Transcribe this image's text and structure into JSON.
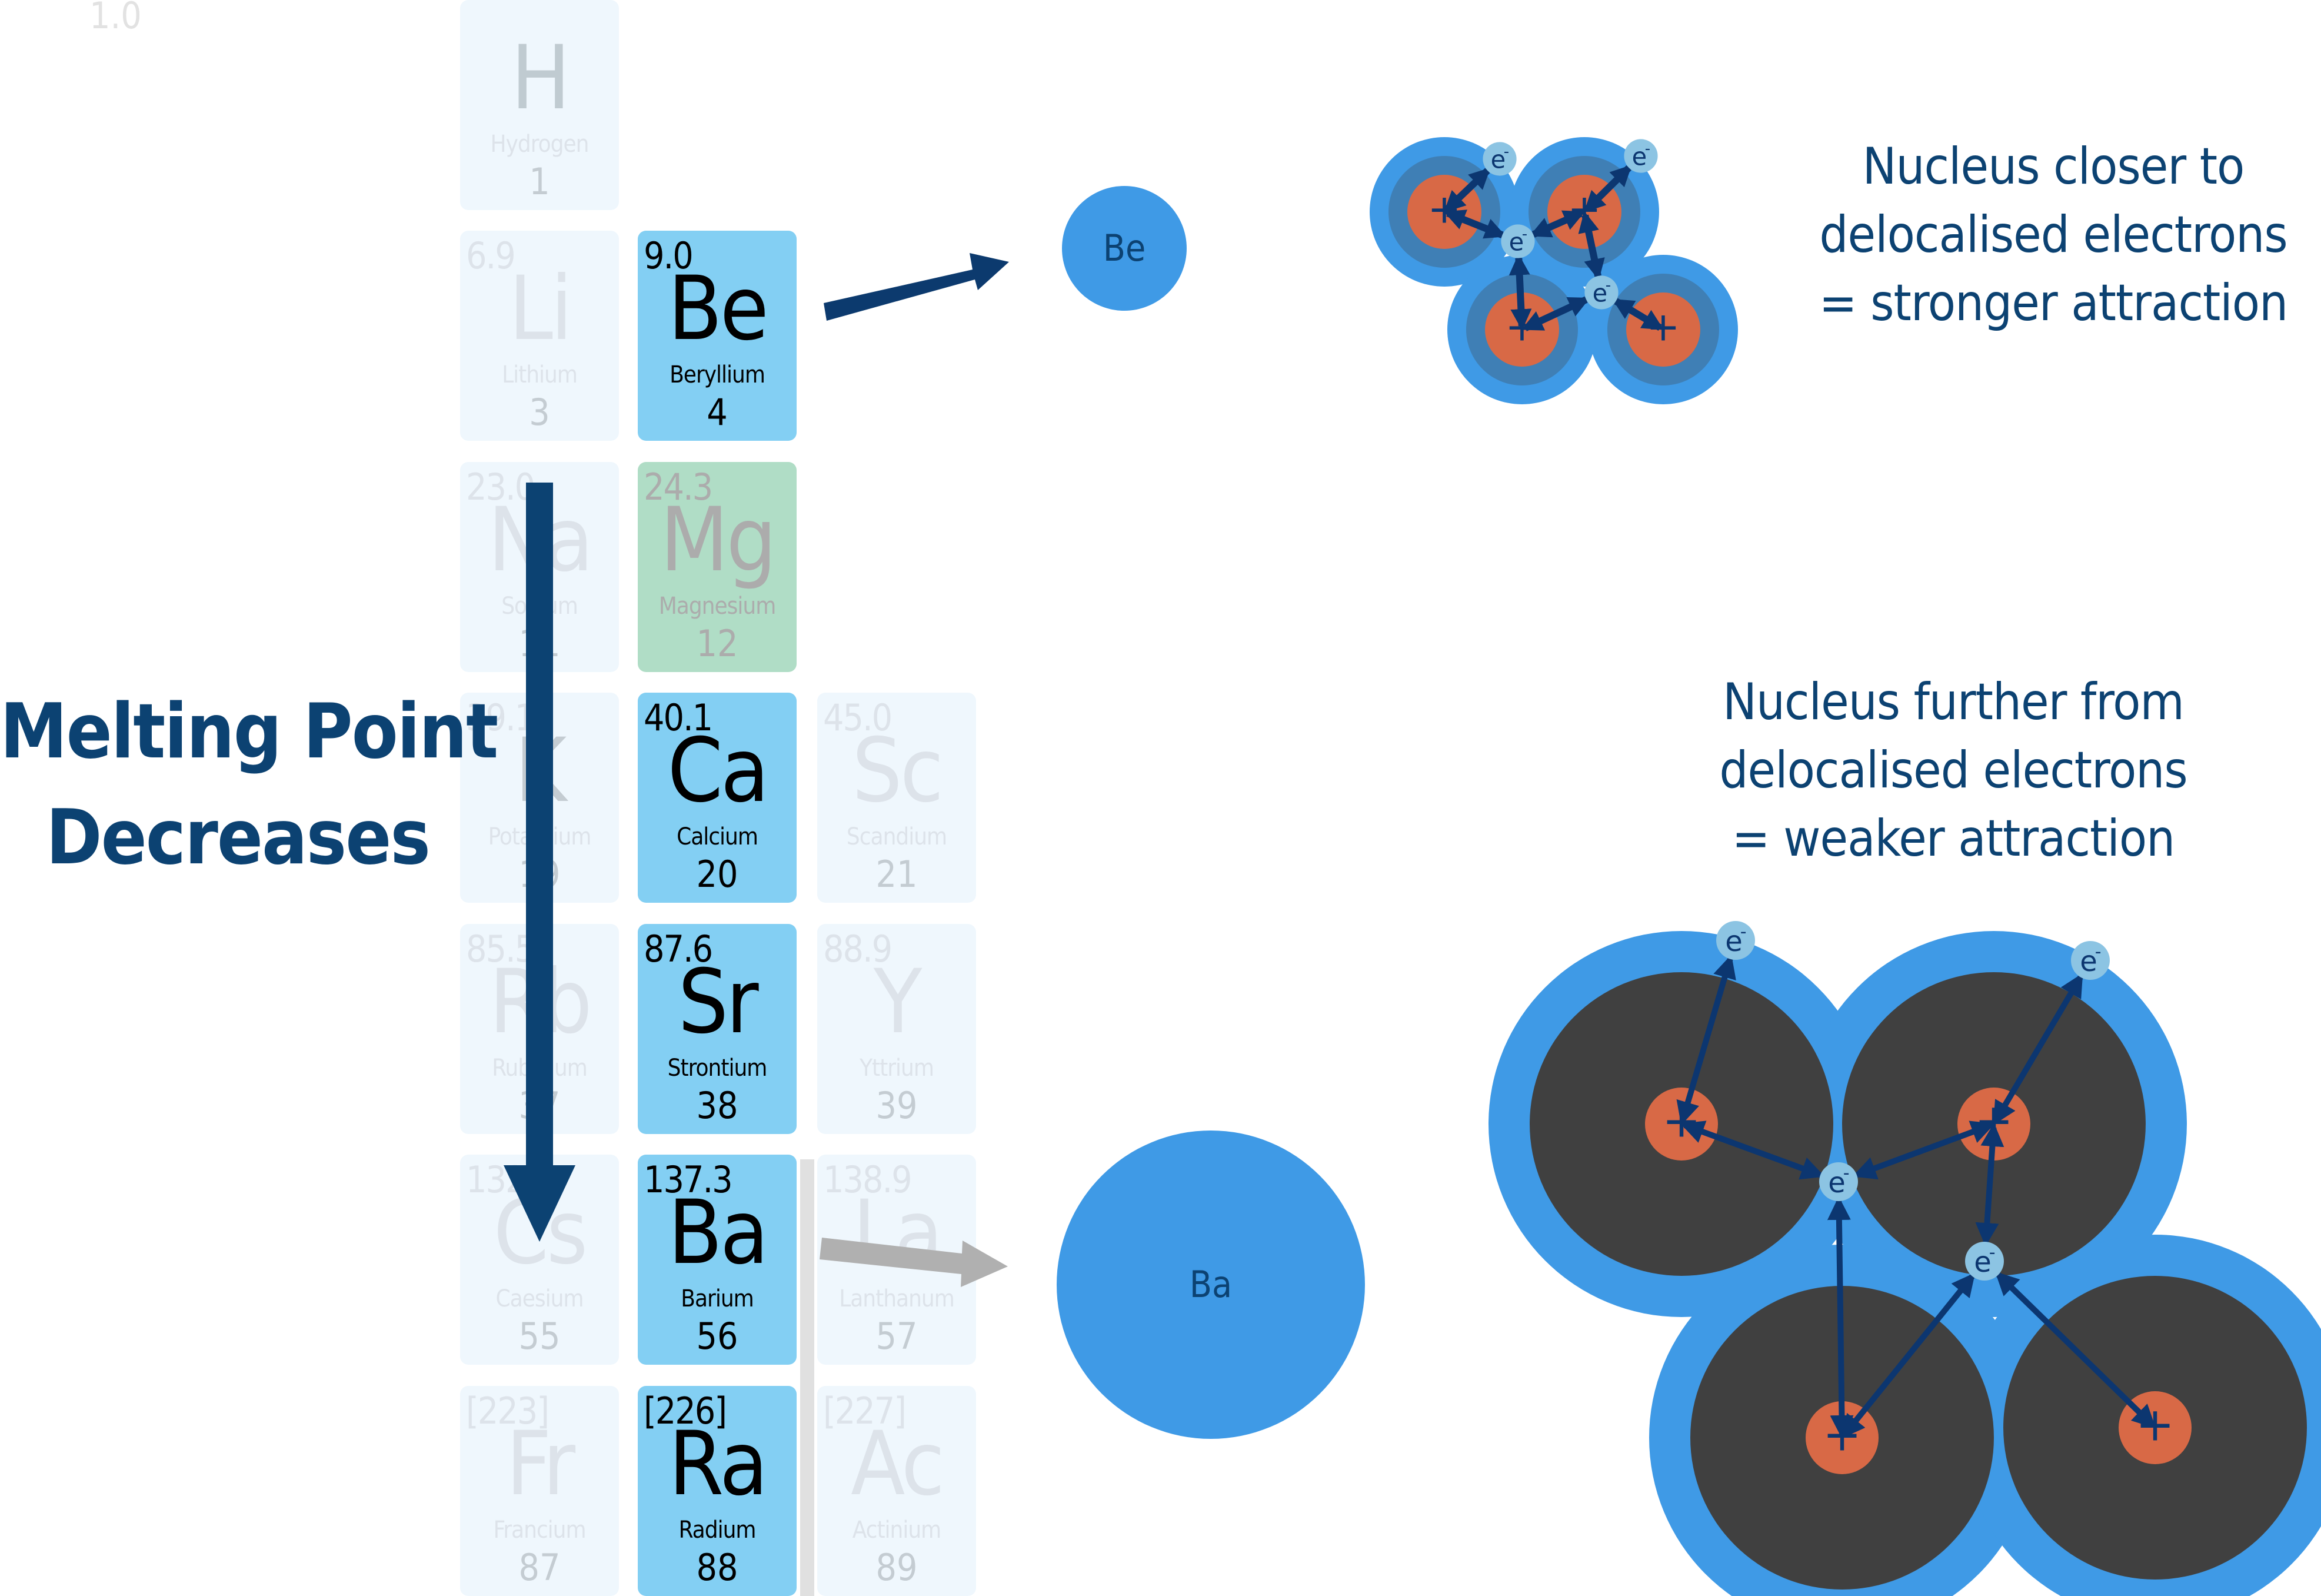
{
  "top_left_mass": "1.0",
  "elements": {
    "H": {
      "mass": "",
      "symbol": "H",
      "name": "Hydrogen",
      "number": "1"
    },
    "Li": {
      "mass": "6.9",
      "symbol": "Li",
      "name": "Lithium",
      "number": "3"
    },
    "Be": {
      "mass": "9.0",
      "symbol": "Be",
      "name": "Beryllium",
      "number": "4"
    },
    "Na": {
      "mass": "23.0",
      "symbol": "Na",
      "name": "Sodium",
      "number": "11"
    },
    "Mg": {
      "mass": "24.3",
      "symbol": "Mg",
      "name": "Magnesium",
      "number": "12"
    },
    "K": {
      "mass": "39.1",
      "symbol": "K",
      "name": "Potassium",
      "number": "19"
    },
    "Ca": {
      "mass": "40.1",
      "symbol": "Ca",
      "name": "Calcium",
      "number": "20"
    },
    "Sc": {
      "mass": "45.0",
      "symbol": "Sc",
      "name": "Scandium",
      "number": "21"
    },
    "Rb": {
      "mass": "85.5",
      "symbol": "Rb",
      "name": "Rubidium",
      "number": "37"
    },
    "Sr": {
      "mass": "87.6",
      "symbol": "Sr",
      "name": "Strontium",
      "number": "38"
    },
    "Y": {
      "mass": "88.9",
      "symbol": "Y",
      "name": "Yttrium",
      "number": "39"
    },
    "Cs": {
      "mass": "132.9",
      "symbol": "Cs",
      "name": "Caesium",
      "number": "55"
    },
    "Ba": {
      "mass": "137.3",
      "symbol": "Ba",
      "name": "Barium",
      "number": "56"
    },
    "La": {
      "mass": "138.9",
      "symbol": "La",
      "name": "Lanthanum",
      "number": "57"
    },
    "Fr": {
      "mass": "[223]",
      "symbol": "Fr",
      "name": "Francium",
      "number": "87"
    },
    "Ra": {
      "mass": "[226]",
      "symbol": "Ra",
      "name": "Radium",
      "number": "88"
    },
    "Ac": {
      "mass": "[227]",
      "symbol": "Ac",
      "name": "Actinium",
      "number": "89"
    }
  },
  "trend_label": {
    "line1": "Melting Point",
    "line2": "Decreases"
  },
  "atoms": {
    "small": "Be",
    "large": "Ba"
  },
  "electron_label": "e",
  "electron_charge": "-",
  "nucleus_symbol": "+",
  "captions": {
    "top": [
      "Nucleus closer to",
      "delocalised electrons",
      "= stronger attraction"
    ],
    "bottom": [
      "Nucleus further from",
      "delocalised electrons",
      "= weaker attraction"
    ]
  },
  "colors": {
    "highlight_cell": "#83cff3",
    "mg_cell": "#b0ddc6",
    "faded_cell": "#eff7fd",
    "arrow_dark": "#0c4272",
    "arrow_grey": "#b0b0b0",
    "atom_blue": "#3f9ae6",
    "inner_shell_small": "#3f7fb5",
    "inner_shell_large": "#404040",
    "nucleus": "#d86946",
    "electron": "#8cc4e3",
    "interaction_arrow": "#0c3670"
  }
}
